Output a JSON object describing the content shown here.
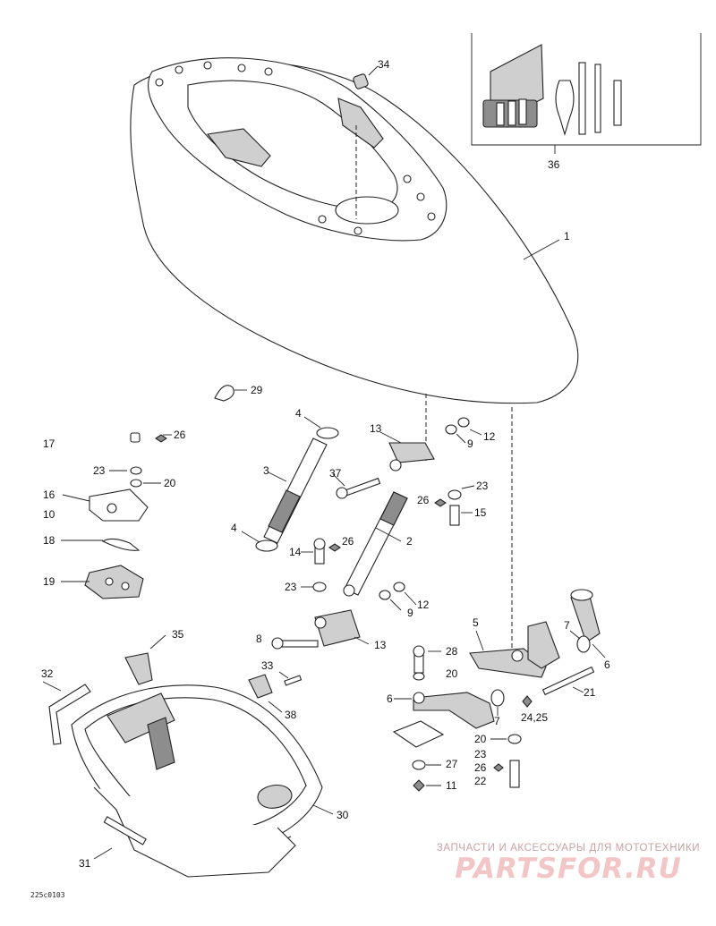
{
  "labels": {
    "l1": "1",
    "l2": "2",
    "l3": "3",
    "l4a": "4",
    "l4b": "4",
    "l5": "5",
    "l6a": "6",
    "l6b": "6",
    "l7a": "7",
    "l7b": "7",
    "l8": "8",
    "l9a": "9",
    "l9b": "9",
    "l10": "10",
    "l11": "11",
    "l12a": "12",
    "l12b": "12",
    "l13a": "13",
    "l13b": "13",
    "l14": "14",
    "l15": "15",
    "l16": "16",
    "l17": "17",
    "l18": "18",
    "l19": "19",
    "l20a": "20",
    "l20b": "20",
    "l20c": "20",
    "l21": "21",
    "l22": "22",
    "l23a": "23",
    "l23b": "23",
    "l23c": "23",
    "l23d": "23",
    "l2425": "24,25",
    "l26a": "26",
    "l26b": "26",
    "l26c": "26",
    "l26d": "26",
    "l27": "27",
    "l28": "28",
    "l29": "29",
    "l30": "30",
    "l31": "31",
    "l32": "32",
    "l33": "33",
    "l34": "34",
    "l35": "35",
    "l36": "36",
    "l37": "37",
    "l38": "38"
  },
  "diagram_code": "225c0103",
  "watermark": {
    "tagline": "ЗАПЧАСТИ И АКСЕССУАРЫ ДЛЯ МОТОТЕХНИКИ",
    "logo": "PARTSFOR.RU"
  }
}
